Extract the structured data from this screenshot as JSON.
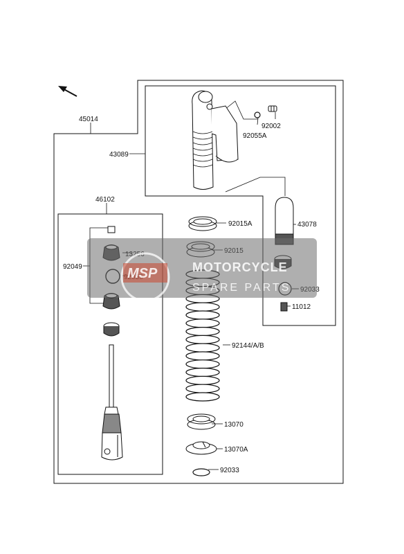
{
  "diagram": {
    "part_labels": {
      "p45014": "45014",
      "p43089": "43089",
      "p92002": "92002",
      "p92055A": "92055A",
      "p43078": "43078",
      "p46102": "46102",
      "p92015A": "92015A",
      "p92015": "92015",
      "p13256": "13256",
      "p92049": "92049",
      "p92055": "92055",
      "p92033_upper": "92033",
      "p11012": "11012",
      "p92144": "92144/A/B",
      "p13070": "13070",
      "p13070A": "13070A",
      "p92033_lower": "92033"
    }
  },
  "watermark": {
    "logo": "MSP",
    "line1": "MOTORCYCLE",
    "line2": "SPARE PARTS"
  },
  "colors": {
    "line": "#111111",
    "watermark_band": "#6e6e6e",
    "watermark_text": "#ffffff"
  }
}
